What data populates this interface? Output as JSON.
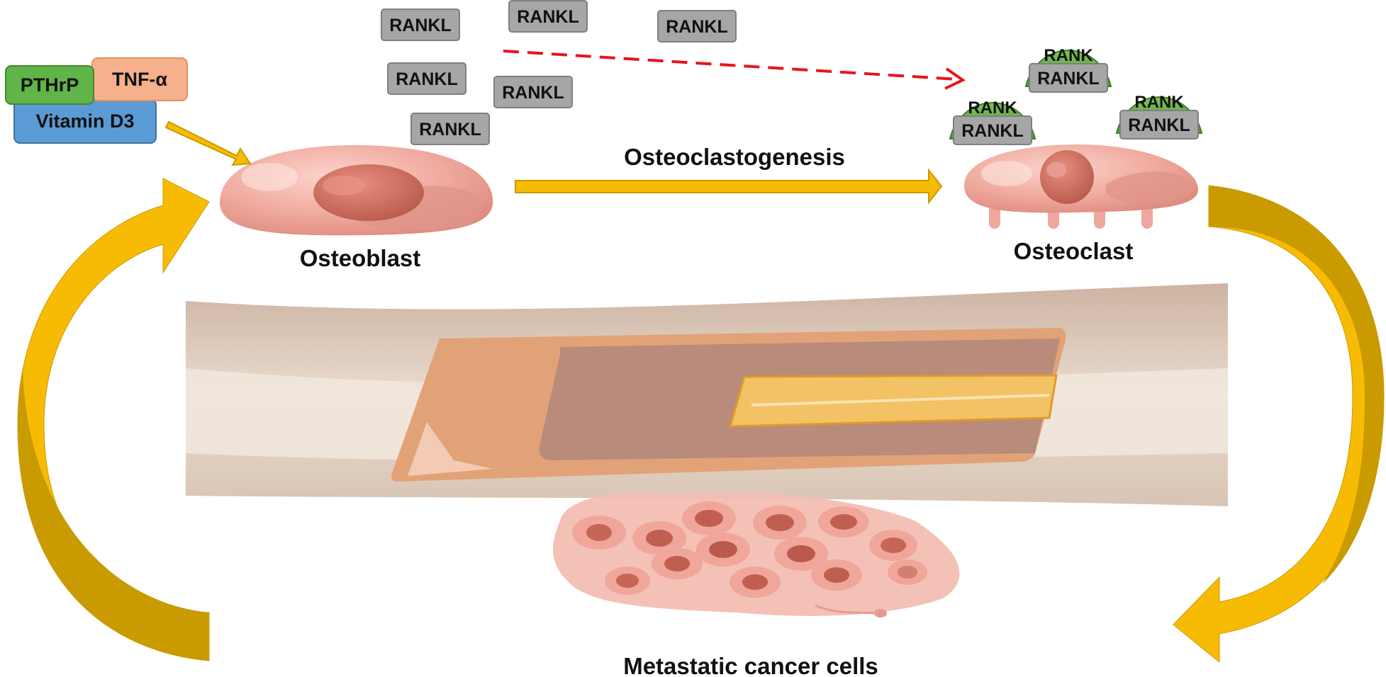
{
  "factors": {
    "pthrp": "PTHrP",
    "tnf": "TNF-α",
    "vitamin_d3": "Vitamin D3"
  },
  "cells": {
    "osteoblast": "Osteoblast",
    "osteoclast": "Osteoclast",
    "cancer": "Metastatic cancer cells"
  },
  "process": {
    "osteoclastogenesis": "Osteoclastogenesis"
  },
  "free_rankl": [
    "RANKL",
    "RANKL",
    "RANKL",
    "RANKL",
    "RANKL",
    "RANKL"
  ],
  "complexes": [
    {
      "rank": "RANK",
      "rankl": "RANKL"
    },
    {
      "rank": "RANK",
      "rankl": "RANKL"
    },
    {
      "rank": "RANK",
      "rankl": "RANKL"
    }
  ],
  "colors": {
    "arrow_yellow": "#f8bb04",
    "arrow_dark": "#c99b00",
    "rankl_box": "#a6a6a6",
    "rank_cap": "#6ab04c",
    "pthrp_box": "#5fb548",
    "tnf_box": "#f7b08c",
    "vitd3_box": "#5b9bd5",
    "dashed_arrow": "#e8141b",
    "cell_pink": "#eea79d",
    "bone_shaft": "#e2a277"
  }
}
